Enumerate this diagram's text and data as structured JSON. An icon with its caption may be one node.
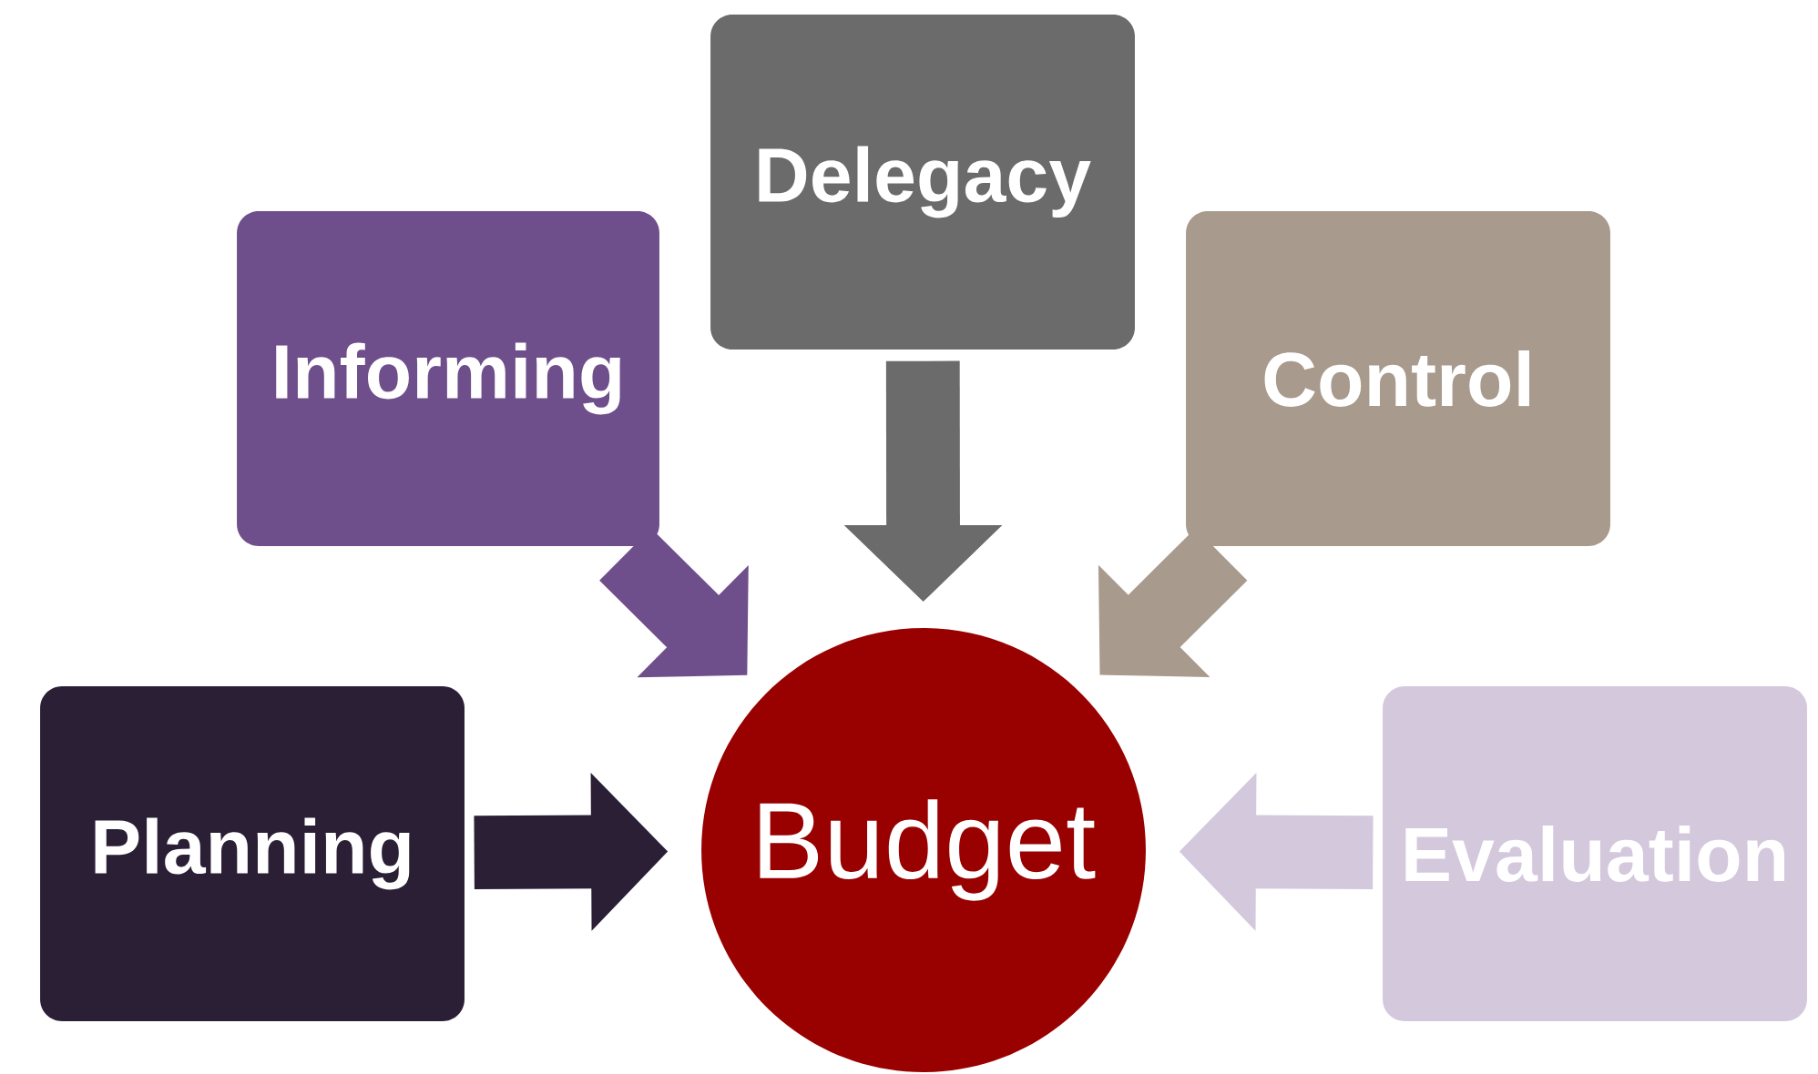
{
  "diagram": {
    "nodes": [
      {
        "text": [
          "Delegacy"
        ]
      },
      {
        "text": [
          "Informing"
        ]
      },
      {
        "text": [
          "Control"
        ]
      },
      {
        "text": [
          "Planning"
        ]
      },
      {
        "text": [
          "Budget"
        ]
      },
      {
        "text": [
          "Evaluation"
        ]
      }
    ],
    "edges": [
      {
        "from": 0,
        "to": 4,
        "arrow": "to",
        "color": "#6b6b6b"
      },
      {
        "from": 1,
        "to": 4,
        "arrow": "to",
        "color": "#6f4f8b"
      },
      {
        "from": 2,
        "to": 4,
        "arrow": "to",
        "color": "#a89a8c"
      },
      {
        "from": 3,
        "to": 4,
        "arrow": "to",
        "color": "#2b1f36"
      },
      {
        "from": 5,
        "to": 4,
        "arrow": "to",
        "color": "#d4c8dd"
      }
    ]
  }
}
